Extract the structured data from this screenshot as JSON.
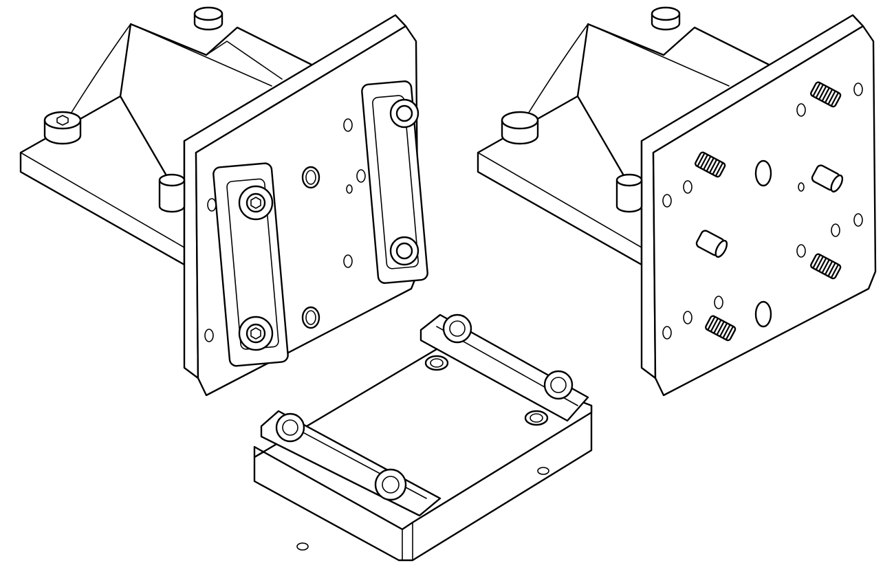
{
  "drawing": {
    "style": "isometric line drawing",
    "line_color": "#000000",
    "background_color": "#ffffff",
    "parts": [
      {
        "name": "bracket-with-rails",
        "icon": "bracket-assembly"
      },
      {
        "name": "bracket-with-studs",
        "icon": "bracket-assembly"
      },
      {
        "name": "base-plate-with-rails",
        "icon": "plate-assembly"
      }
    ]
  }
}
